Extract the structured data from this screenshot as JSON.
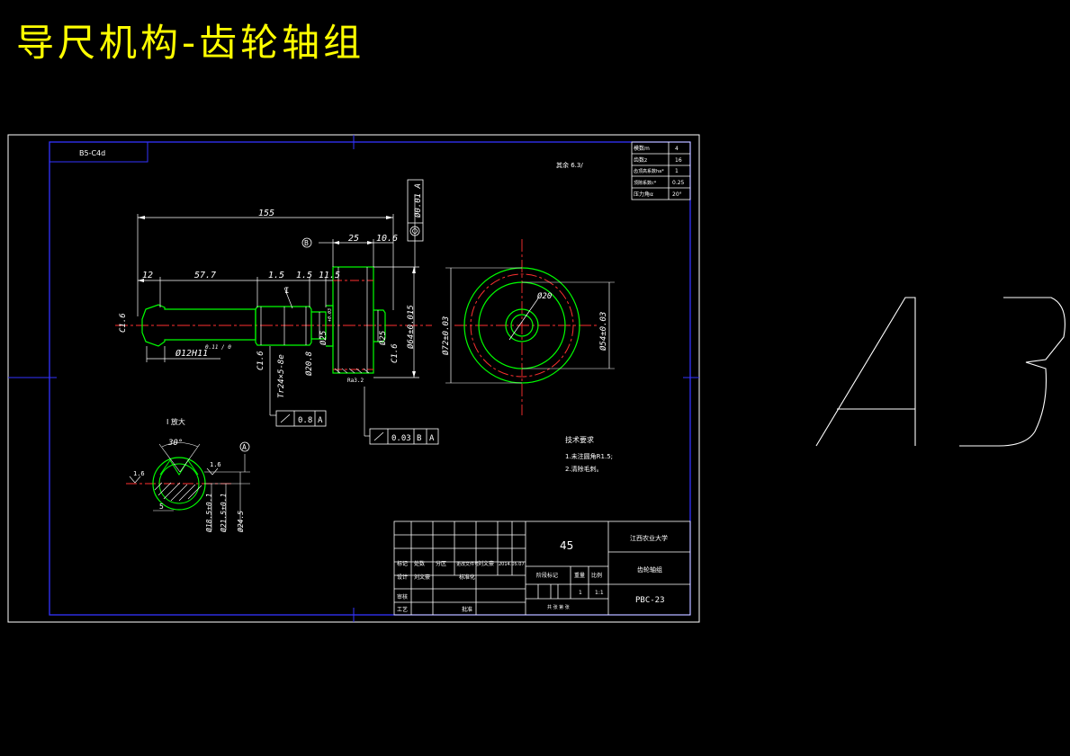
{
  "title": "导尺机构-齿轮轴组",
  "sheet_size_label": "A3",
  "drawing_code": "PBC-23",
  "material": "45",
  "part_name": "齿轮轴组",
  "school": "江西农业大学",
  "corner_label": "B5-C4d",
  "surface_finish_note": "其余 6.3/",
  "gear_params": [
    {
      "label": "模数m",
      "value": "4"
    },
    {
      "label": "齿数z",
      "value": "16"
    },
    {
      "label": "齿顶高系数ha*",
      "value": "1"
    },
    {
      "label": "顶隙系数c*",
      "value": "0.25"
    },
    {
      "label": "压力角α",
      "value": "20°"
    }
  ],
  "tech_req": {
    "heading": "技术要求",
    "items": [
      "1.未注圆角R1.5;",
      "2.清除毛刺。"
    ]
  },
  "detail_label": "I 放大",
  "tolerance_frames": {
    "ref_box": "Ø0.01 A",
    "frame1": [
      "↗",
      "0.8",
      "A"
    ],
    "frame2": [
      "↗",
      "0.03",
      "B",
      "A"
    ]
  },
  "datum_labels": {
    "b": "B",
    "a": "A"
  },
  "dimensions": {
    "overall": "155",
    "seg1": "12",
    "seg2": "57.7",
    "seg3": "1.5",
    "seg4": "1.5",
    "seg5": "11.5",
    "gear_w": "25",
    "gear_c": "10.6",
    "c16_left": "C1.6",
    "c16_mid": "C1.6",
    "c16_right": "C1.6",
    "d12": "Ø12H11",
    "d12_tol": "0.11 / 0",
    "thread": "Tr24×5-8e",
    "d208": "Ø20.8",
    "d25a": "Ø25",
    "d25b": "Ø25",
    "d25_tol": "+0.03",
    "d64": "Ø64±0.015",
    "d72": "Ø72±0.03",
    "d54": "Ø54±0.03",
    "d20": "Ø20",
    "ra32": "Ra3.2",
    "angle30": "30°",
    "d185": "Ø18.5±0.1",
    "d215": "Ø21.5±0.1",
    "d245": "Ø24.5",
    "five": "5",
    "r16a": "1.6",
    "r16b": "1.6",
    "leader_i": "I"
  },
  "title_block": {
    "r_mark": "标记",
    "r_count": "处数",
    "r_zone": "分区",
    "r_doc": "更改文件号",
    "r_sign": "刘文豪",
    "r_date": "2014.05.07",
    "design": "设计",
    "designer": "刘文豪",
    "std": "标准化",
    "review": "审核",
    "process": "工艺",
    "approve": "批准",
    "stage": "阶段标记",
    "weight": "重量",
    "scale": "比例",
    "scale_val": "1:1",
    "qty": "1",
    "sheets": "共 张  第 张"
  }
}
